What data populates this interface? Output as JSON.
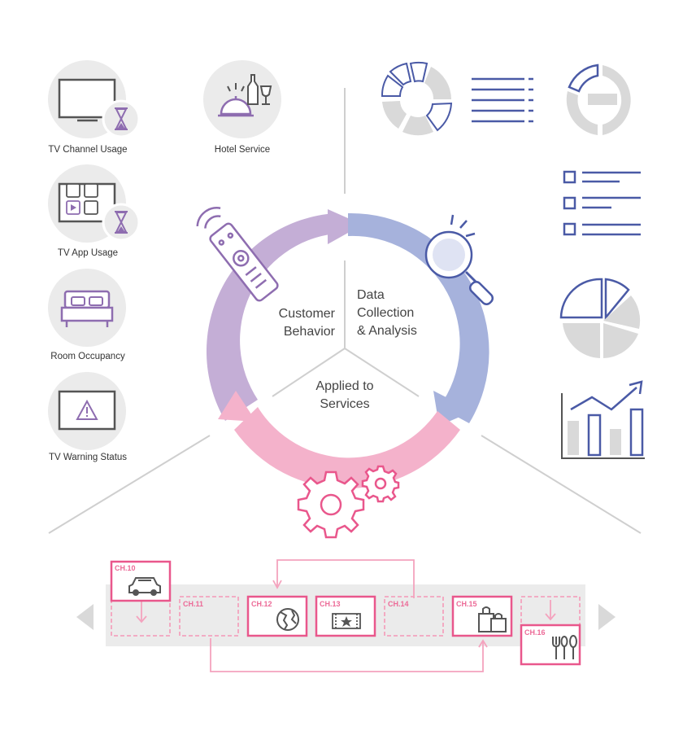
{
  "sources": [
    {
      "label": "TV Channel Usage",
      "icon": "tv-hourglass-icon"
    },
    {
      "label": "Hotel Service",
      "icon": "hotel-service-icon"
    },
    {
      "label": "TV App Usage",
      "icon": "tv-apps-hourglass-icon"
    },
    {
      "label": "Room Occupancy",
      "icon": "bed-icon"
    },
    {
      "label": "TV Warning Status",
      "icon": "tv-warning-icon"
    }
  ],
  "cycle": {
    "customer_behavior": [
      "Customer",
      "Behavior"
    ],
    "data_collection": [
      "Data",
      "Collection",
      "& Analysis"
    ],
    "applied_services": [
      "Applied to",
      "Services"
    ]
  },
  "channels": [
    "CH.10",
    "CH.11",
    "CH.12",
    "CH.13",
    "CH.14",
    "CH.15",
    "CH.16"
  ],
  "colors": {
    "purple": "#c4aed6",
    "blue": "#a6b2dc",
    "pink": "#f4b2cb",
    "accent_purple": "#8e6db0",
    "accent_blue": "#4a5aa6",
    "accent_pink": "#e9578c",
    "gray": "#d9d9d9"
  }
}
